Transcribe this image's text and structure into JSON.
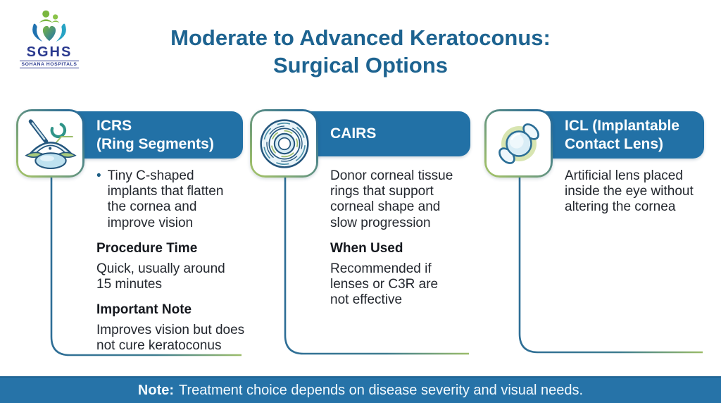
{
  "brand": {
    "abbr": "SGHS",
    "name": "SOHANA HOSPITALS"
  },
  "title": {
    "line1": "Moderate to Advanced Keratoconus:",
    "line2": "Surgical Options"
  },
  "cards": [
    {
      "icon": "eye-ring-implant-surgery-icon",
      "title_line1": "ICRS",
      "title_line2": "(Ring Segments)",
      "intro": "Tiny C-shaped implants that flatten the cornea and improve vision",
      "sections": [
        {
          "heading": "Procedure Time",
          "text": "Quick, usually around 15 minutes"
        },
        {
          "heading": "Important Note",
          "text": "Improves vision but does not cure keratoconus"
        }
      ]
    },
    {
      "icon": "corneal-tissue-rings-icon",
      "title_line1": "CAIRS",
      "title_line2": "",
      "intro": "Donor corneal tissue rings that support corneal shape and slow progression",
      "sections": [
        {
          "heading": "When Used",
          "text": "Recommended if lenses or C3R are not effective"
        }
      ]
    },
    {
      "icon": "implantable-contact-lens-icon",
      "title_line1": "ICL (Implantable",
      "title_line2": "Contact Lens)",
      "intro": "Artificial lens placed inside the eye without altering the cornea",
      "sections": []
    }
  ],
  "footer": {
    "note_label": "Note:",
    "note_text": "Treatment choice depends on disease severity and visual needs."
  },
  "colors": {
    "header_blue": "#2271a6",
    "title_blue": "#1d6390",
    "note_bar_blue": "#2673a8",
    "accent_green": "#9cbd6a",
    "line_blue": "#2e6e96",
    "text_dark": "#23272e"
  }
}
